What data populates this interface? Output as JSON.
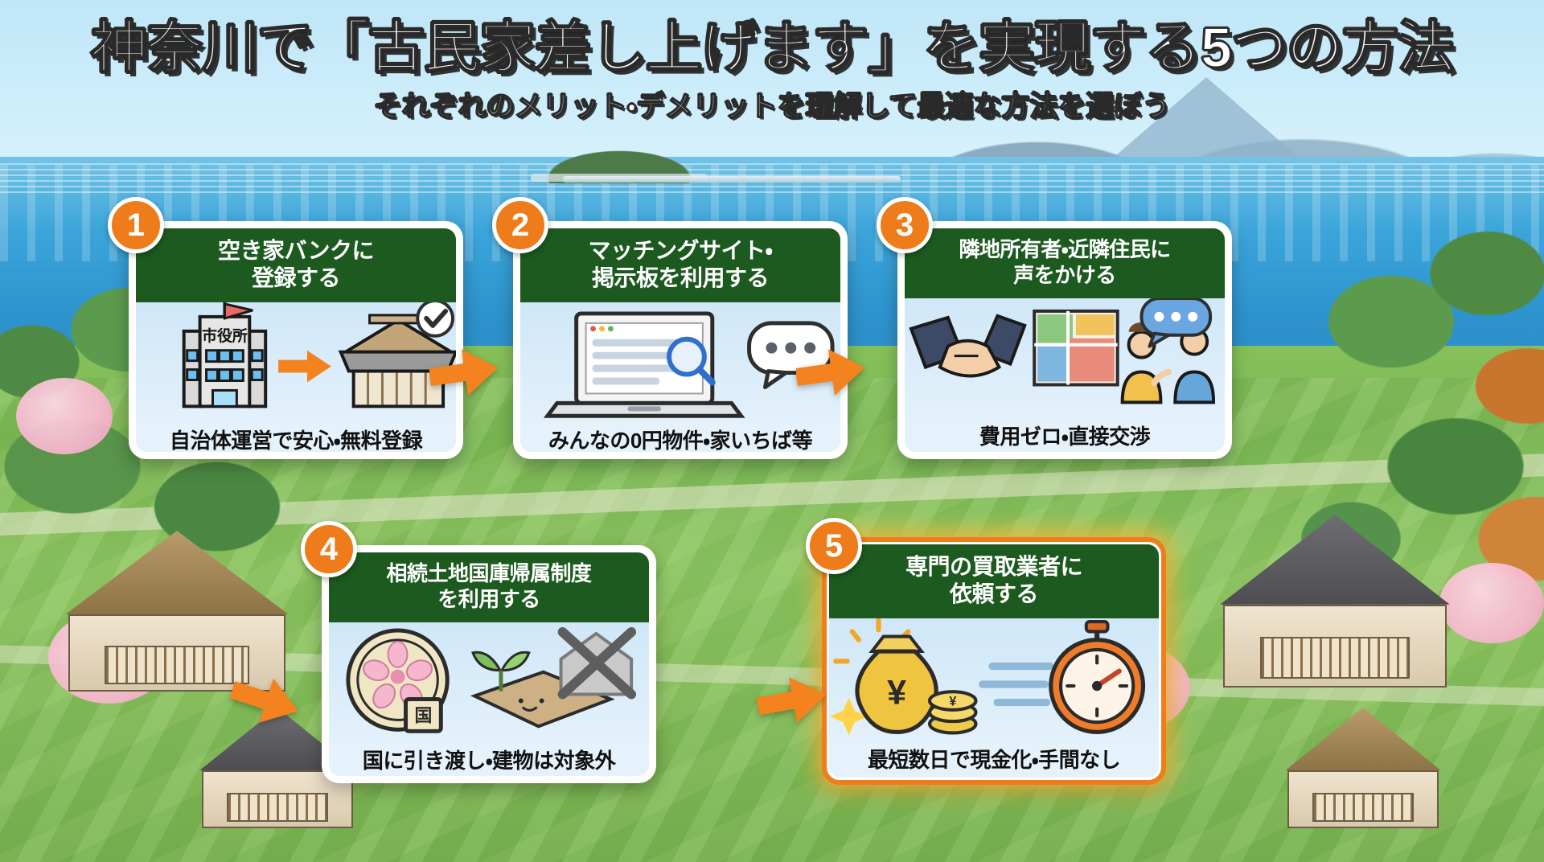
{
  "header": {
    "main_title": "神奈川で「古民家差し上げます」を実現する5つの方法",
    "sub_title": "それぞれのメリット・デメリットを理解して最適な方法を選ぼう"
  },
  "theme": {
    "badge_orange": "#ef7c1b",
    "header_green": "#1d5a20",
    "card_body_blue": "#cfe7f8",
    "highlight_border": "#f07c1a",
    "arrow_orange": "#f4821f",
    "title_white": "#ffffff",
    "title_outline": "#2a2a2a"
  },
  "cards": [
    {
      "number": "1",
      "title_line1": "空き家バンクに",
      "title_line2": "登録する",
      "caption": "自治体運営で安心・無料登録",
      "icon_label": "市役所",
      "icons": [
        "city-hall-icon",
        "right-arrow-icon",
        "kominka-house-icon",
        "check-circle-icon"
      ],
      "highlighted": false
    },
    {
      "number": "2",
      "title_line1": "マッチングサイト・",
      "title_line2": "掲示板を利用する",
      "caption": "みんなの0円物件・家いちば等",
      "icon_label": "",
      "icons": [
        "laptop-icon",
        "magnifier-icon",
        "chat-bubble-icon"
      ],
      "highlighted": false
    },
    {
      "number": "3",
      "title_line1": "隣地所有者・近隣住民に",
      "title_line2": "声をかける",
      "caption": "費用ゼロ・直接交渉",
      "icon_label": "",
      "icons": [
        "handshake-icon",
        "map-icon",
        "two-people-icon",
        "chat-bubble-icon"
      ],
      "highlighted": false
    },
    {
      "number": "4",
      "title_line1": "相続土地国庫帰属制度",
      "title_line2": "を利用する",
      "caption": "国に引き渡し・建物は対象外",
      "icon_label": "",
      "icons": [
        "government-seal-icon",
        "land-plot-icon",
        "no-building-icon"
      ],
      "highlighted": false
    },
    {
      "number": "5",
      "title_line1": "専門の買取業者に",
      "title_line2": "依頼する",
      "caption": "最短数日で現金化・手間なし",
      "icon_label": "¥",
      "icons": [
        "money-bag-icon",
        "coins-icon",
        "stopwatch-icon",
        "sparkle-icon"
      ],
      "highlighted": true
    }
  ],
  "flow_arrows": [
    {
      "name": "arrow-1-to-2"
    },
    {
      "name": "arrow-2-to-3"
    },
    {
      "name": "arrow-3-to-4"
    },
    {
      "name": "arrow-4-to-5"
    }
  ]
}
